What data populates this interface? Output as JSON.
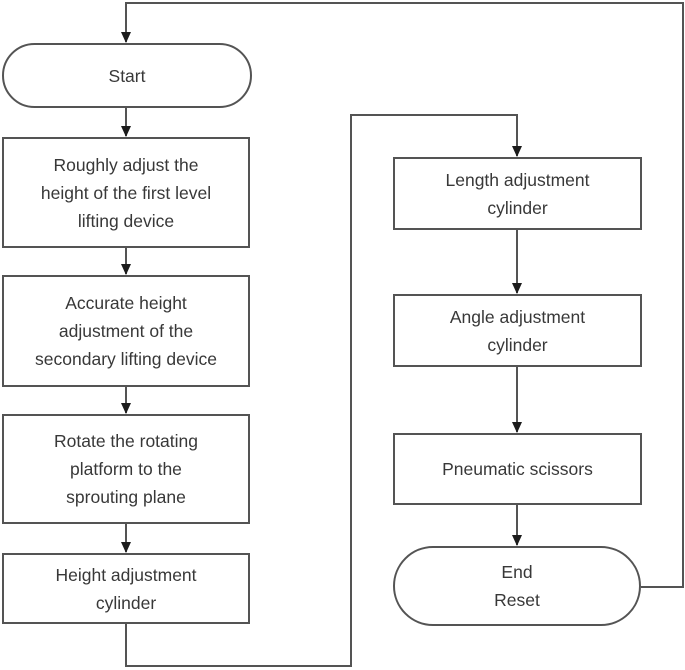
{
  "figure": {
    "type": "flowchart",
    "background_color": "#ffffff",
    "line_color": "#545454",
    "arrowhead_color": "#1c1c1c",
    "text_color": "#383838"
  },
  "flowchart": {
    "nodes": [
      {
        "id": "start",
        "type": "terminator",
        "label": "Start"
      },
      {
        "id": "roughly-adjust",
        "type": "process",
        "label": [
          "Roughly adjust the",
          "height of the first level",
          "lifting device"
        ]
      },
      {
        "id": "accurate-height",
        "type": "process",
        "label": [
          "Accurate height",
          "adjustment of the",
          "secondary lifting device"
        ]
      },
      {
        "id": "rotate-platform",
        "type": "process",
        "label": [
          "Rotate the rotating",
          "platform to the",
          "sprouting plane"
        ]
      },
      {
        "id": "height-cylinder",
        "type": "process",
        "label": [
          "Height adjustment",
          "cylinder"
        ]
      },
      {
        "id": "length-cylinder",
        "type": "process",
        "label": [
          "Length adjustment",
          "cylinder"
        ]
      },
      {
        "id": "angle-cylinder",
        "type": "process",
        "label": [
          "Angle adjustment",
          "cylinder"
        ]
      },
      {
        "id": "pneumatic-scissors",
        "type": "process",
        "label": "Pneumatic scissors"
      },
      {
        "id": "end-reset",
        "type": "terminator",
        "label": [
          "End",
          "Reset"
        ]
      }
    ],
    "edges": [
      {
        "from": "start",
        "to": "roughly-adjust"
      },
      {
        "from": "roughly-adjust",
        "to": "accurate-height"
      },
      {
        "from": "accurate-height",
        "to": "rotate-platform"
      },
      {
        "from": "rotate-platform",
        "to": "height-cylinder"
      },
      {
        "from": "height-cylinder",
        "to": "length-cylinder"
      },
      {
        "from": "length-cylinder",
        "to": "angle-cylinder"
      },
      {
        "from": "angle-cylinder",
        "to": "pneumatic-scissors"
      },
      {
        "from": "pneumatic-scissors",
        "to": "end-reset"
      },
      {
        "from": "end-reset",
        "to": "start",
        "note": "reset feedback loop"
      }
    ]
  }
}
